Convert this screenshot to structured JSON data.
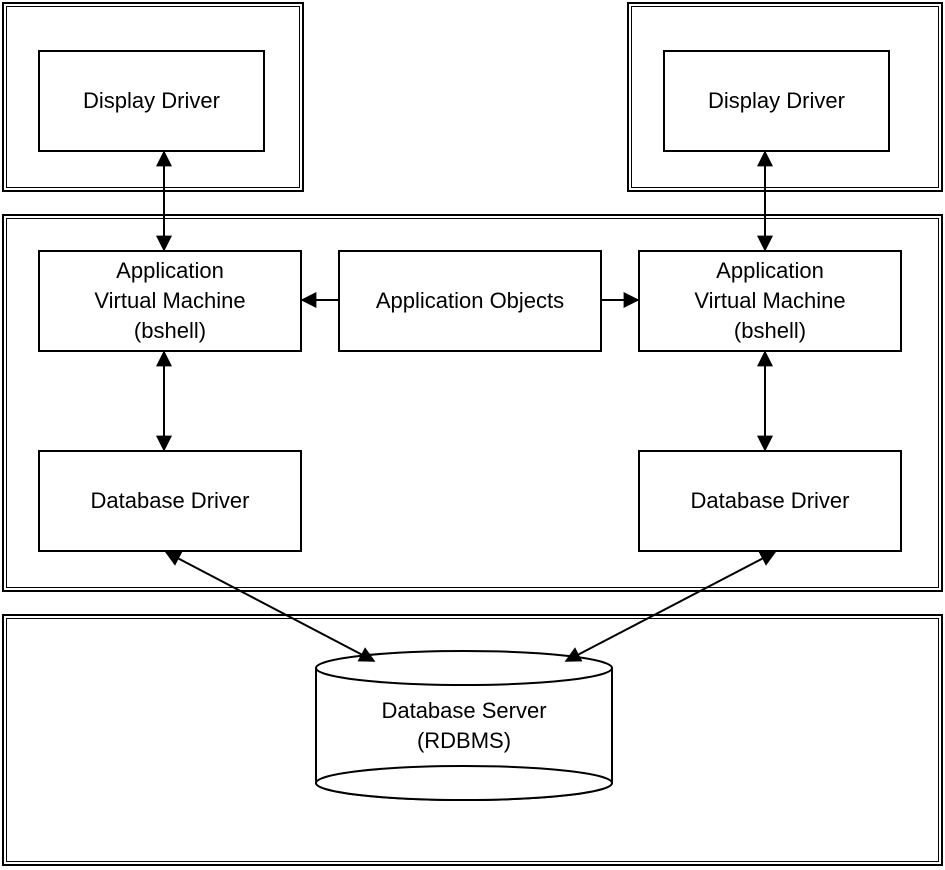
{
  "display_left": {
    "label": "Display Driver"
  },
  "display_right": {
    "label": "Display Driver"
  },
  "avm_left": {
    "lines": [
      "Application",
      "Virtual Machine",
      "(bshell)"
    ]
  },
  "avm_right": {
    "lines": [
      "Application",
      "Virtual Machine",
      "(bshell)"
    ]
  },
  "app_objects": {
    "label": "Application Objects"
  },
  "db_driver_left": {
    "label": "Database Driver"
  },
  "db_driver_right": {
    "label": "Database Driver"
  },
  "db_server": {
    "lines": [
      "Database Server",
      "(RDBMS)"
    ]
  }
}
